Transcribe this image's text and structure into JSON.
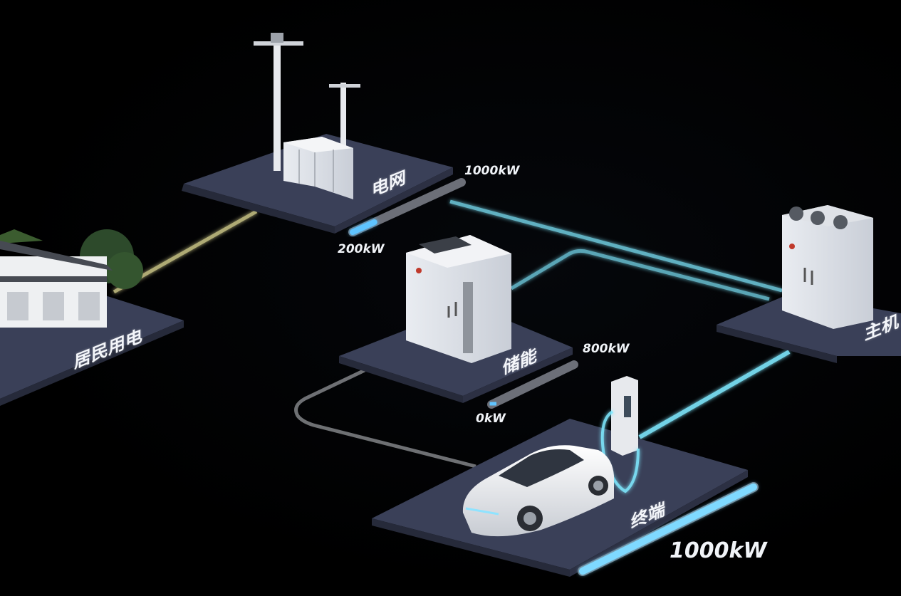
{
  "nodes": {
    "grid": {
      "label": "电网"
    },
    "home": {
      "label": "居民用电"
    },
    "storage": {
      "label": "储能"
    },
    "host": {
      "label": "主机"
    },
    "terminal": {
      "label": "终端"
    }
  },
  "gauges": {
    "grid": {
      "max_label": "1000kW",
      "min_label": "200kW",
      "level": 0.2
    },
    "storage": {
      "max_label": "800kW",
      "min_label": "0kW",
      "level": 0.0
    },
    "terminal": {
      "value_label": "1000kW",
      "level": 1.0
    }
  },
  "colors": {
    "platform_top": "#3a4058",
    "platform_side": "#262a3a",
    "flow_cyan": "#7fe9ff",
    "flow_yellow": "#e8e29a",
    "gauge_glow": "#5fc4ff",
    "gauge_track": "#6c6f78",
    "line_gray": "#8a8c90"
  }
}
